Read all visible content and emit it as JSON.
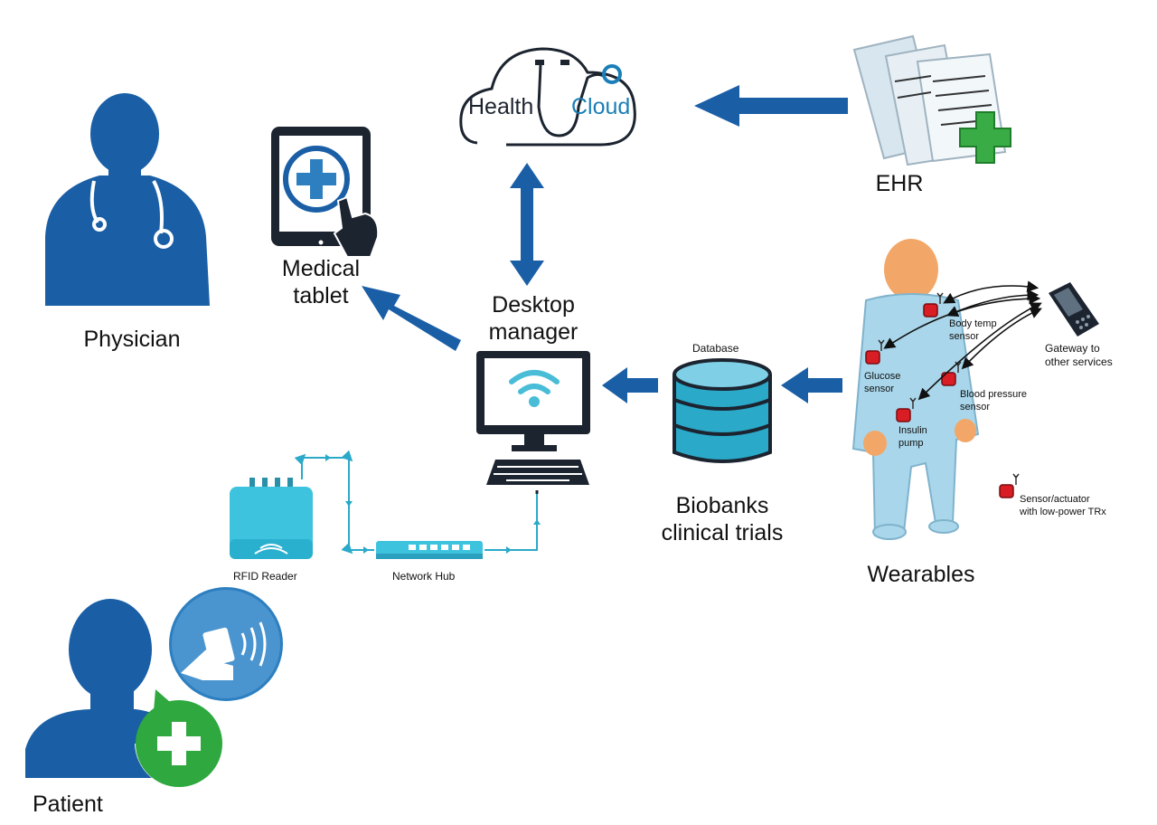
{
  "colors": {
    "primary_blue": "#1a5fa6",
    "dark_blue": "#0e4a8a",
    "mid_blue": "#2d7fc0",
    "teal": "#2aa9c9",
    "light_teal": "#49bdd7",
    "green": "#2ea83f",
    "sensor_red": "#d81e24",
    "wearable_body": "#a9d6ea",
    "wearable_head": "#f2a768"
  },
  "icons": [
    "physician-icon",
    "medical-tablet-icon",
    "health-cloud-icon",
    "ehr-documents-icon",
    "desktop-computer-icon",
    "database-icon",
    "rfid-reader-icon",
    "network-hub-icon",
    "patient-icon",
    "contactless-card-icon",
    "plus-icon",
    "mobile-phone-icon",
    "sensor-icon"
  ],
  "labels": {
    "physician": "Physician",
    "medical_tablet_line1": "Medical",
    "medical_tablet_line2": "tablet",
    "health": "Health",
    "cloud": "Cloud",
    "ehr": "EHR",
    "desktop_line1": "Desktop",
    "desktop_line2": "manager",
    "database": "Database",
    "biobanks_line1": "Biobanks",
    "biobanks_line2": "clinical trials",
    "wearables": "Wearables",
    "rfid_reader": "RFID Reader",
    "network_hub": "Network Hub",
    "patient": "Patient",
    "gateway_line1": "Gateway to",
    "gateway_line2": "other services",
    "body_temp_line1": "Body temp",
    "body_temp_line2": "sensor",
    "glucose_line1": "Glucose",
    "glucose_line2": "sensor",
    "blood_pressure_line1": "Blood pressure",
    "blood_pressure_line2": "sensor",
    "insulin_line1": "Insulin",
    "insulin_line2": "pump",
    "sensor_actuator_line1": "Sensor/actuator",
    "sensor_actuator_line2": "with low-power TRx"
  }
}
